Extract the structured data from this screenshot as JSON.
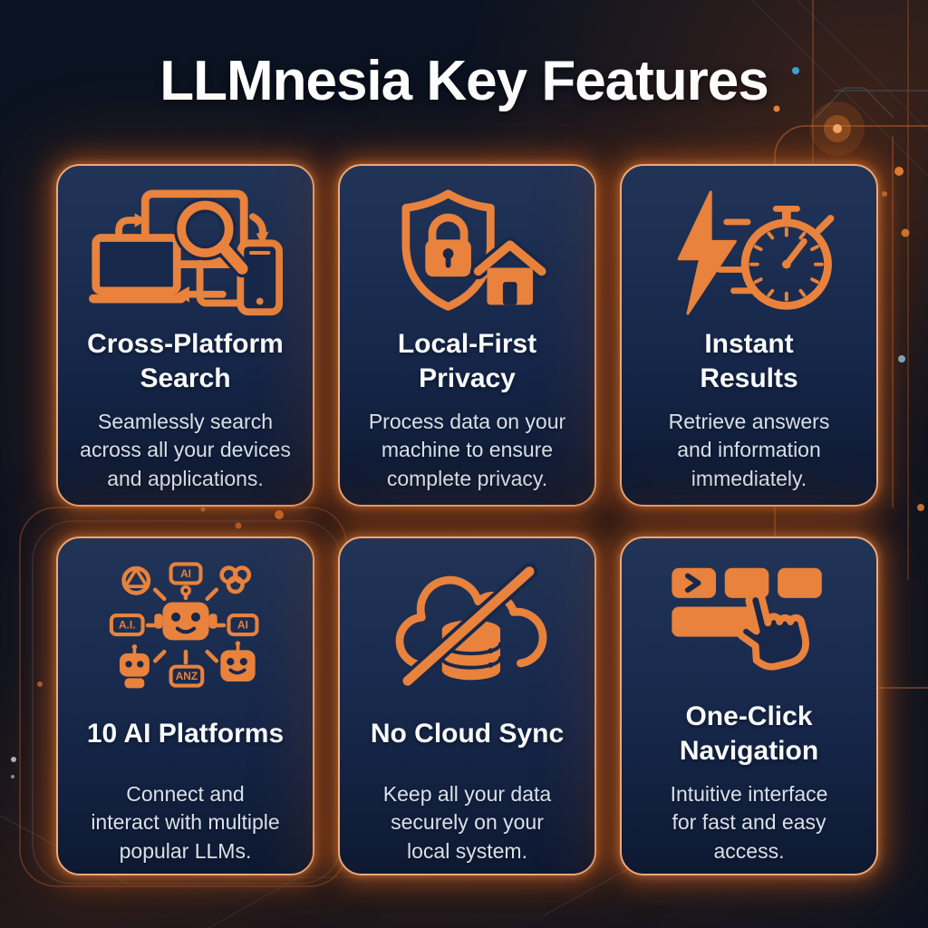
{
  "theme": {
    "background": "#0a1120",
    "card_gradient_top": "#213457",
    "card_gradient_mid": "#16274a",
    "card_gradient_bottom": "#0d1931",
    "card_border": "#f0a878",
    "glow": "#c65d1d",
    "accent": "#e8823c",
    "accent_dark": "#18284a",
    "heading_color": "#f8fafc",
    "body_color": "#d9e0ea",
    "title_color": "#ffffff"
  },
  "header": {
    "title": "LLMnesia Key Features"
  },
  "cards": [
    {
      "name": "cross-platform-search",
      "icon": "devices-search-icon",
      "title": "Cross-Platform Search",
      "title_lines": [
        "Cross-Platform",
        "Search"
      ],
      "description": "Seamlessly search across all your devices and applications.",
      "description_lines": [
        "Seamlessly search",
        "across all your devices",
        "and applications."
      ]
    },
    {
      "name": "local-first-privacy",
      "icon": "shield-lock-home-icon",
      "title": "Local-First Privacy",
      "title_lines": [
        "Local-First",
        "Privacy"
      ],
      "description": "Process data on your machine to ensure complete privacy.",
      "description_lines": [
        "Process data on your",
        "machine to ensure",
        "complete privacy."
      ]
    },
    {
      "name": "instant-results",
      "icon": "lightning-stopwatch-icon",
      "title": "Instant Results",
      "title_lines": [
        "Instant",
        "Results"
      ],
      "description": "Retrieve answers and information immediately.",
      "description_lines": [
        "Retrieve answers",
        "and information",
        "immediately."
      ]
    },
    {
      "name": "ten-ai-platforms",
      "icon": "ai-platforms-icon",
      "title": "10 AI Platforms",
      "title_lines": [
        "10 AI Platforms"
      ],
      "description": "Connect and interact with multiple popular LLMs.",
      "description_lines": [
        "Connect and",
        "interact with multiple",
        "popular LLMs."
      ],
      "icon_badges": {
        "top": "AI",
        "left": "A.I.",
        "right": "AI",
        "bottom": "ANZ"
      }
    },
    {
      "name": "no-cloud-sync",
      "icon": "cloud-database-slash-icon",
      "title": "No Cloud Sync",
      "title_lines": [
        "No Cloud Sync"
      ],
      "description": "Keep all your data securely on your local system.",
      "description_lines": [
        "Keep all your data",
        "securely on your",
        "local system."
      ]
    },
    {
      "name": "one-click-navigation",
      "icon": "buttons-hand-cursor-icon",
      "title": "One-Click Navigation",
      "title_lines": [
        "One-Click",
        "Navigation"
      ],
      "description": "Intuitive interface for fast and easy access.",
      "description_lines": [
        "Intuitive interface",
        "for fast and easy",
        "access."
      ]
    }
  ]
}
